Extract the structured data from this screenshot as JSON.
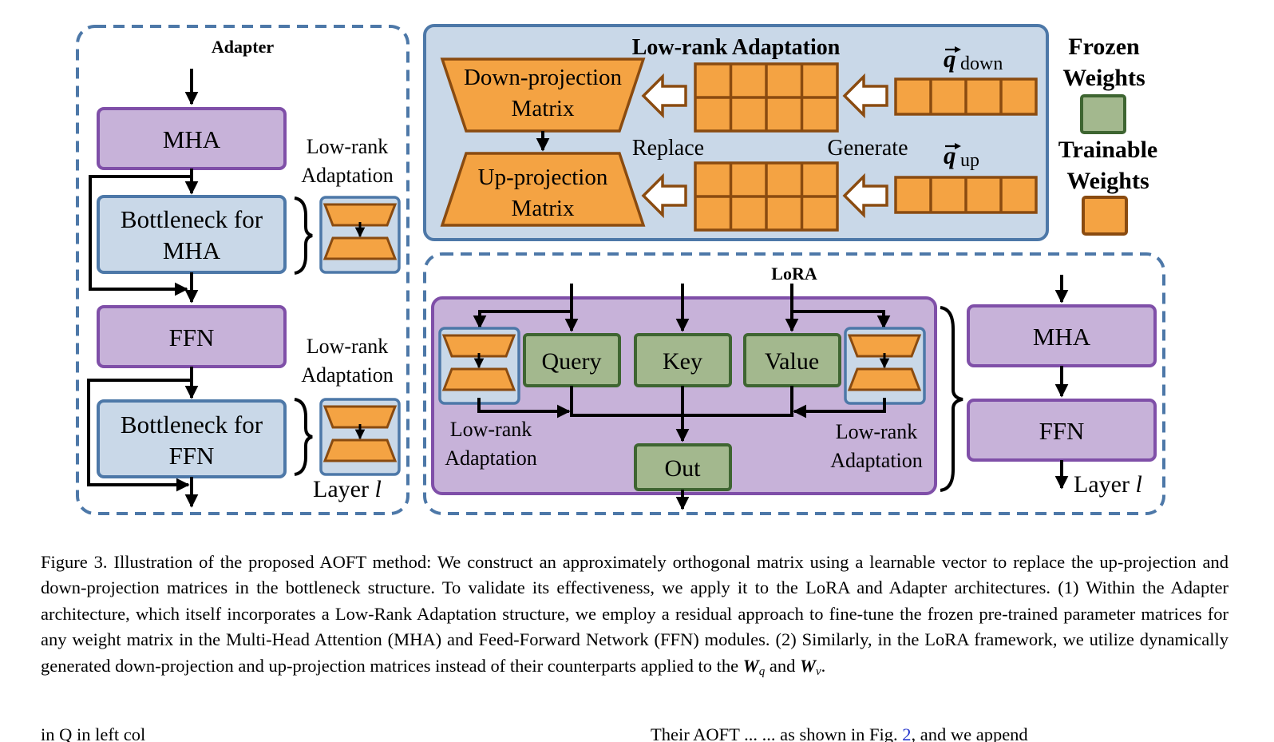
{
  "figure": {
    "adapter_title": "Adapter",
    "lora_title": "LoRA",
    "lra_panel_title": "Low-rank Adaptation",
    "mha": "MHA",
    "ffn": "FFN",
    "bottleneck_mha": [
      "Bottleneck for",
      "MHA"
    ],
    "bottleneck_ffn": [
      "Bottleneck for",
      "FFN"
    ],
    "low_rank": "Low-rank",
    "adaptation": "Adaptation",
    "layer_word": "Layer",
    "layer_var": "l",
    "down_proj": [
      "Down-projection",
      "Matrix"
    ],
    "up_proj": [
      "Up-projection",
      "Matrix"
    ],
    "replace": "Replace",
    "generate": "Generate",
    "q_symbol": "q",
    "q_down_sub": "down",
    "q_up_sub": "up",
    "frozen": [
      "Frozen",
      "Weights"
    ],
    "trainable": [
      "Trainable",
      "Weights"
    ],
    "query": "Query",
    "key": "Key",
    "value": "Value",
    "out": "Out"
  },
  "caption": {
    "label": "Figure 3.",
    "text": "Illustration of the proposed AOFT method: We construct an approximately orthogonal matrix using a learnable vector to replace the up-projection and down-projection matrices in the bottleneck structure.  To validate its effectiveness, we apply it to the LoRA and Adapter architectures.  (1) Within the Adapter architecture, which itself incorporates a Low-Rank Adaptation structure, we employ a residual approach to fine-tune the frozen pre-trained parameter matrices for any weight matrix in the Multi-Head Attention (MHA) and Feed-Forward Network (FFN) modules.  (2) Similarly, in the LoRA framework, we utilize dynamically generated down-projection and up-projection matrices instead of their counterparts applied to the",
    "w_symbol": "W",
    "wq_sub": "q",
    "and_word": "and",
    "wv_sub": "v",
    "end": "."
  },
  "next_text": {
    "left": "in Q in left col",
    "right_a": "Their AOFT ... ... as shown in Fig.",
    "right_link": "2",
    "right_b": ", and we append"
  },
  "colors": {
    "purple_fill": "#c7b2d9",
    "purple_stroke": "#7f4fa8",
    "blue_fill": "#c9d8e8",
    "blue_stroke": "#4d78a8",
    "green_fill": "#a3b88e",
    "green_stroke": "#3e6531",
    "orange_fill": "#f4a343",
    "orange_stroke": "#8a4b10",
    "dash_stroke": "#4d78a8"
  }
}
